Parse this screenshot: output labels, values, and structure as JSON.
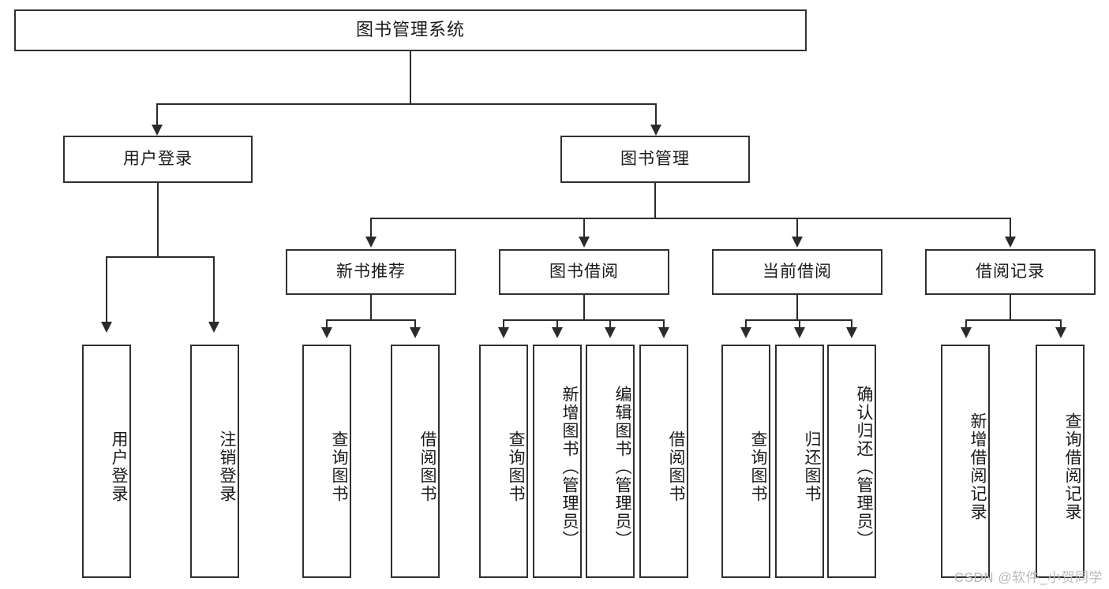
{
  "diagram": {
    "type": "tree-flowchart",
    "title": "图书管理系统",
    "root": {
      "label": "图书管理系统"
    },
    "level2": [
      {
        "id": "user-login",
        "label": "用户登录"
      },
      {
        "id": "book-manage",
        "label": "图书管理"
      }
    ],
    "level3": [
      {
        "id": "new-book-rec",
        "label": "新书推荐",
        "parent": "book-manage"
      },
      {
        "id": "book-borrow",
        "label": "图书借阅",
        "parent": "book-manage"
      },
      {
        "id": "current-borrow",
        "label": "当前借阅",
        "parent": "book-manage"
      },
      {
        "id": "borrow-record",
        "label": "借阅记录",
        "parent": "book-manage"
      }
    ],
    "leaves": [
      {
        "id": "leaf-user-login",
        "label": "用户登录",
        "parent": "user-login"
      },
      {
        "id": "leaf-logout-login",
        "label": "注销登录",
        "parent": "user-login"
      },
      {
        "id": "leaf-query-book-1",
        "label": "查询图书",
        "parent": "new-book-rec"
      },
      {
        "id": "leaf-borrow-book-1",
        "label": "借阅图书",
        "parent": "new-book-rec"
      },
      {
        "id": "leaf-query-book-2",
        "label": "查询图书",
        "parent": "book-borrow"
      },
      {
        "id": "leaf-add-book",
        "label": "新增图书（管理员）",
        "parent": "book-borrow"
      },
      {
        "id": "leaf-edit-book",
        "label": "编辑图书（管理员）",
        "parent": "book-borrow"
      },
      {
        "id": "leaf-borrow-book-2",
        "label": "借阅图书",
        "parent": "book-borrow"
      },
      {
        "id": "leaf-query-book-3",
        "label": "查询图书",
        "parent": "current-borrow"
      },
      {
        "id": "leaf-return-book",
        "label": "归还图书",
        "parent": "current-borrow"
      },
      {
        "id": "leaf-confirm-return",
        "label": "确认归还（管理员）",
        "parent": "current-borrow"
      },
      {
        "id": "leaf-add-record",
        "label": "新增借阅记录",
        "parent": "borrow-record"
      },
      {
        "id": "leaf-query-record",
        "label": "查询借阅记录",
        "parent": "borrow-record"
      }
    ]
  },
  "watermark": {
    "text": "CSDN @软件_小贺同学"
  },
  "colors": {
    "border": "#303030",
    "connector": "#2b2b2b",
    "text": "#1a1a1a",
    "background": "#ffffff",
    "watermark": "#b9b9b9"
  }
}
